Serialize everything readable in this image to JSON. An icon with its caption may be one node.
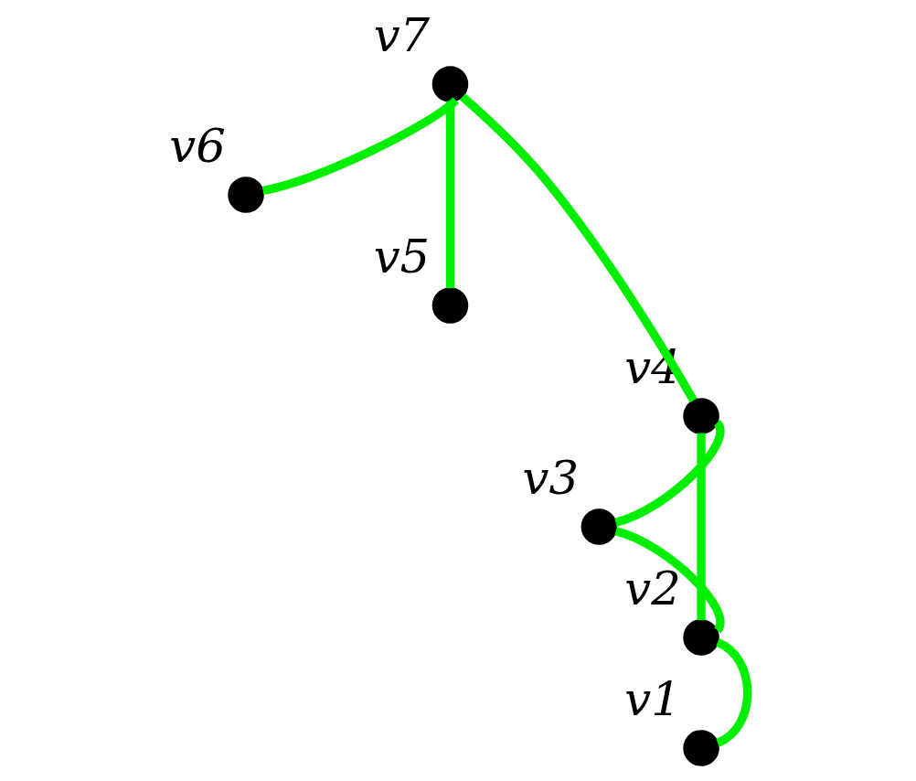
{
  "diagram": {
    "nodes": [
      {
        "text": [],
        "shape": "circle",
        "beside": [
          "v7"
        ]
      },
      {
        "text": [],
        "shape": "circle",
        "beside": [
          "v6"
        ]
      },
      {
        "text": [],
        "shape": "circle",
        "beside": [
          "v5"
        ]
      },
      {
        "text": [],
        "shape": "circle",
        "beside": [
          "v4"
        ]
      },
      {
        "text": [],
        "shape": "circle",
        "beside": [
          "v3"
        ]
      },
      {
        "text": [],
        "shape": "circle",
        "beside": [
          "v2"
        ]
      },
      {
        "text": [],
        "shape": "circle",
        "beside": [
          "v1"
        ]
      }
    ],
    "edges": [
      {
        "from": 0,
        "to": 1,
        "arrow": "none"
      },
      {
        "from": 0,
        "to": 2,
        "arrow": "none"
      },
      {
        "from": 0,
        "to": 3,
        "arrow": "none"
      },
      {
        "from": 3,
        "to": 4,
        "arrow": "none"
      },
      {
        "from": 3,
        "to": 5,
        "arrow": "none"
      },
      {
        "from": 4,
        "to": 5,
        "arrow": "none"
      },
      {
        "from": 5,
        "to": 6,
        "arrow": "none"
      }
    ]
  }
}
